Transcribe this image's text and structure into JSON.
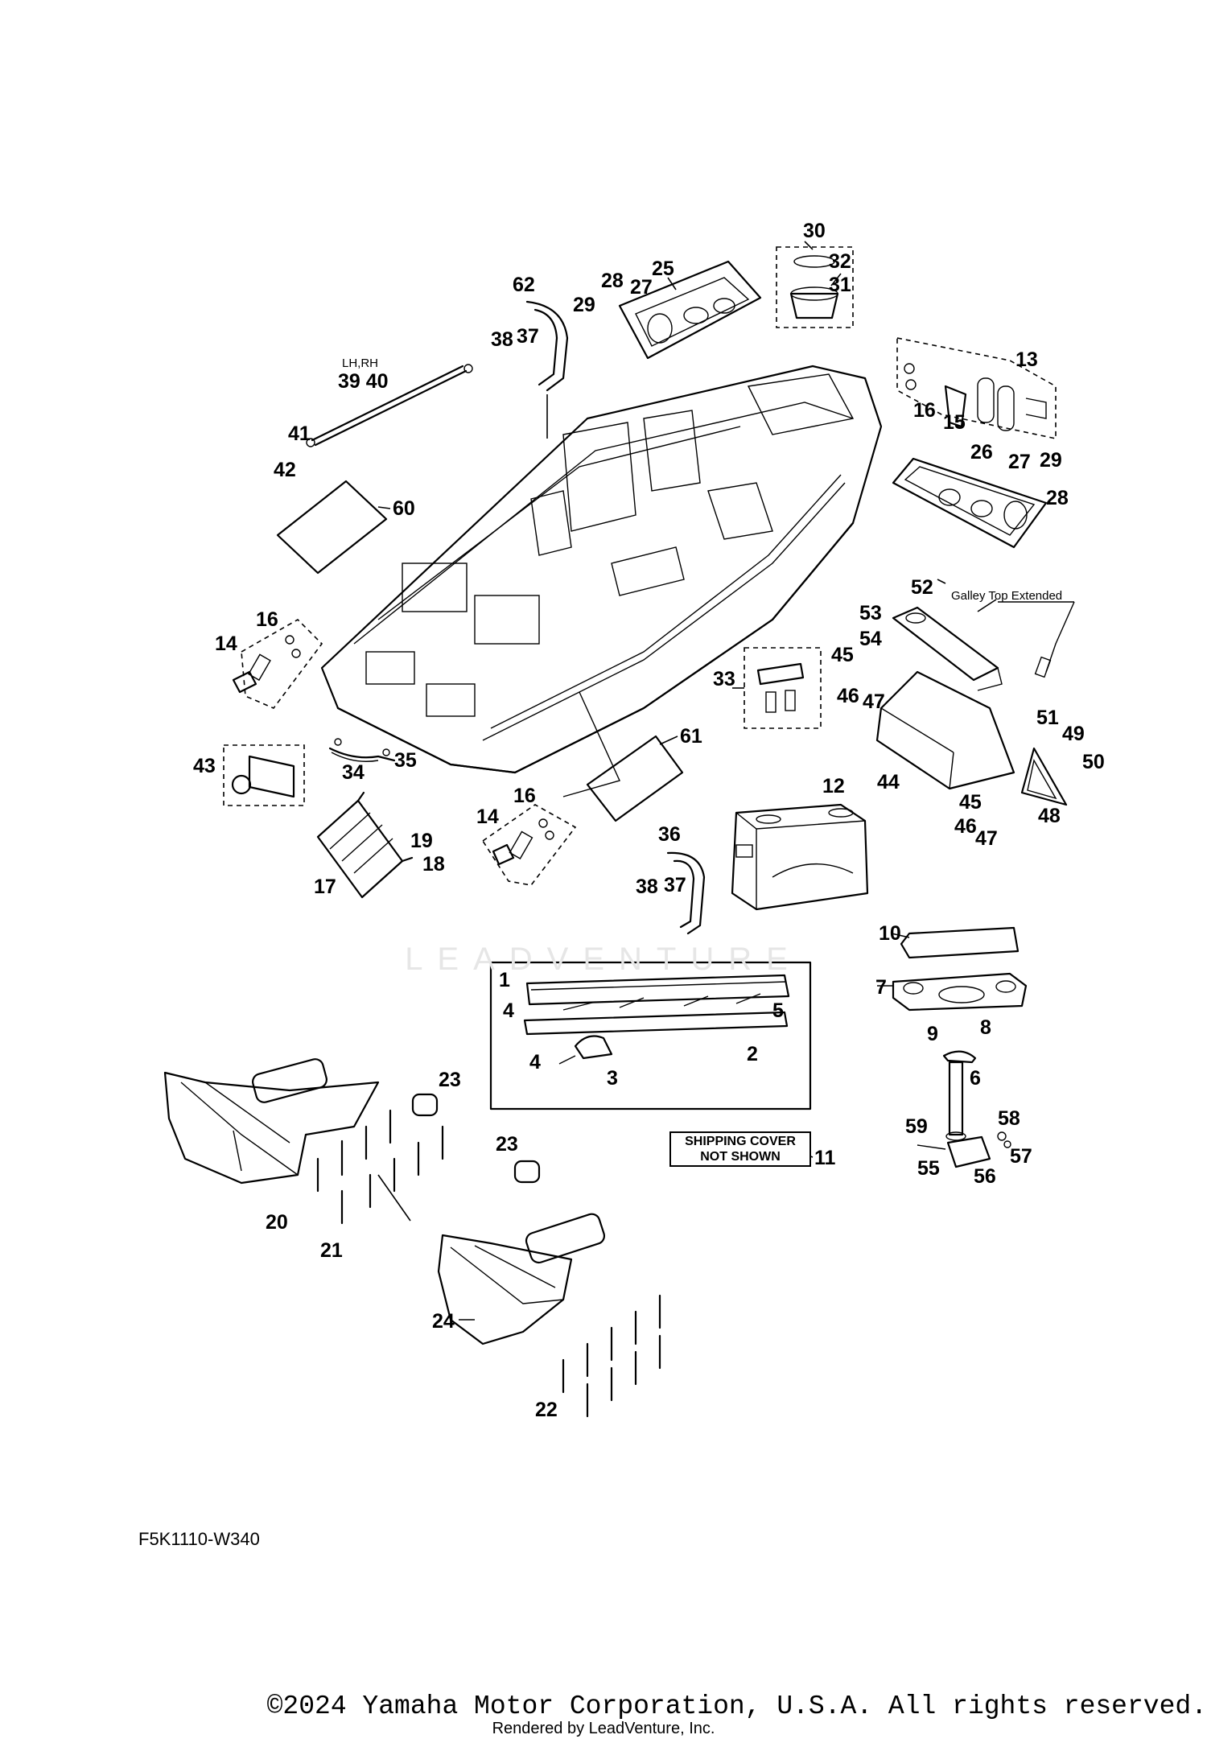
{
  "labels": [
    "1",
    "2",
    "3",
    "4",
    "4",
    "5",
    "6",
    "7",
    "8",
    "9",
    "10",
    "11",
    "12",
    "13",
    "14",
    "14",
    "15",
    "16",
    "16",
    "16",
    "17",
    "18",
    "19",
    "20",
    "21",
    "22",
    "23",
    "23",
    "24",
    "25",
    "26",
    "27",
    "27",
    "28",
    "28",
    "29",
    "29",
    "30",
    "31",
    "32",
    "33",
    "34",
    "35",
    "36",
    "37",
    "37",
    "38",
    "38",
    "39 40",
    "41",
    "42",
    "43",
    "44",
    "45",
    "45",
    "46",
    "46",
    "47",
    "47",
    "48",
    "49",
    "50",
    "51",
    "52",
    "53",
    "54",
    "55",
    "56",
    "57",
    "58",
    "59",
    "60",
    "61",
    "62"
  ],
  "side_note": "LH,RH",
  "galley_note": "Galley Top Extended",
  "shipping_note": {
    "line1": "SHIPPING COVER",
    "line2": "NOT SHOWN"
  },
  "catalog_code": "F5K1110-W340",
  "watermark": "LEADVENTURE",
  "copyright": "©2024 Yamaha Motor Corporation, U.S.A. All rights reserved.",
  "rendered_by": "Rendered by LeadVenture, Inc."
}
